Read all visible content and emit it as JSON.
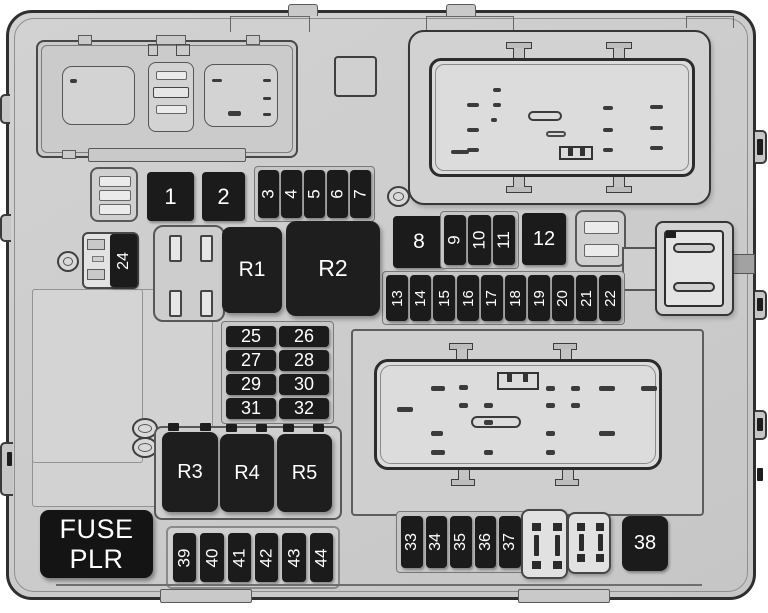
{
  "diagram": {
    "kind": "engine-compartment-fuse-block",
    "fuse_plr": {
      "line1": "FUSE",
      "line2": "PLR"
    },
    "relays": {
      "r1": "R1",
      "r2": "R2",
      "r3": "R3",
      "r4": "R4",
      "r5": "R5"
    },
    "fuses": {
      "squares_1_2": [
        "1",
        "2"
      ],
      "strip_3_7": [
        "3",
        "4",
        "5",
        "6",
        "7"
      ],
      "square_8": "8",
      "strip_9_11": [
        "9",
        "10",
        "11"
      ],
      "square_12": "12",
      "strip_13_22": [
        "13",
        "14",
        "15",
        "16",
        "17",
        "18",
        "19",
        "20",
        "21",
        "22"
      ],
      "single_24": "24",
      "grid_25_32": [
        "25",
        "26",
        "27",
        "28",
        "29",
        "30",
        "31",
        "32"
      ],
      "strip_33_37": [
        "33",
        "34",
        "35",
        "36",
        "37"
      ],
      "square_38": "38",
      "strip_39_44": [
        "39",
        "40",
        "41",
        "42",
        "43",
        "44"
      ]
    },
    "colors": {
      "board": "#cbcbcb",
      "module": "#dcdcdc",
      "fuse_fill": "#1b1b1b",
      "fuse_text": "#ffffff",
      "outline": "#2f2f2f"
    }
  }
}
